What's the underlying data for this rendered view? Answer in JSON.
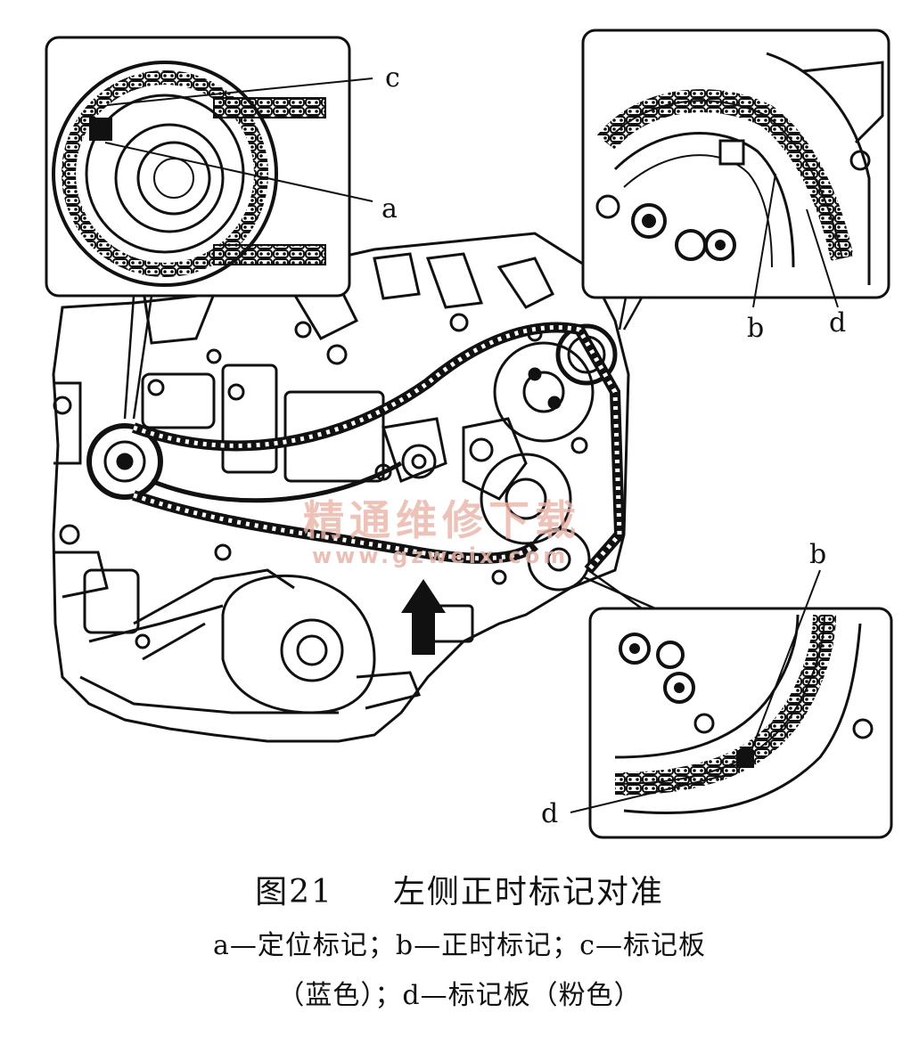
{
  "labels": {
    "c": "c",
    "a": "a",
    "b_top": "b",
    "d_top": "d",
    "b_bottom": "b",
    "d_bottom": "d"
  },
  "watermark": {
    "cn": "精通维修下载",
    "url": "www.gzweix.com"
  },
  "caption": {
    "fig_no": "图21",
    "title": "左侧正时标记对准",
    "line1": "a—定位标记；b—正时标记；c—标记板",
    "line2": "（蓝色）；d—标记板（粉色）"
  }
}
